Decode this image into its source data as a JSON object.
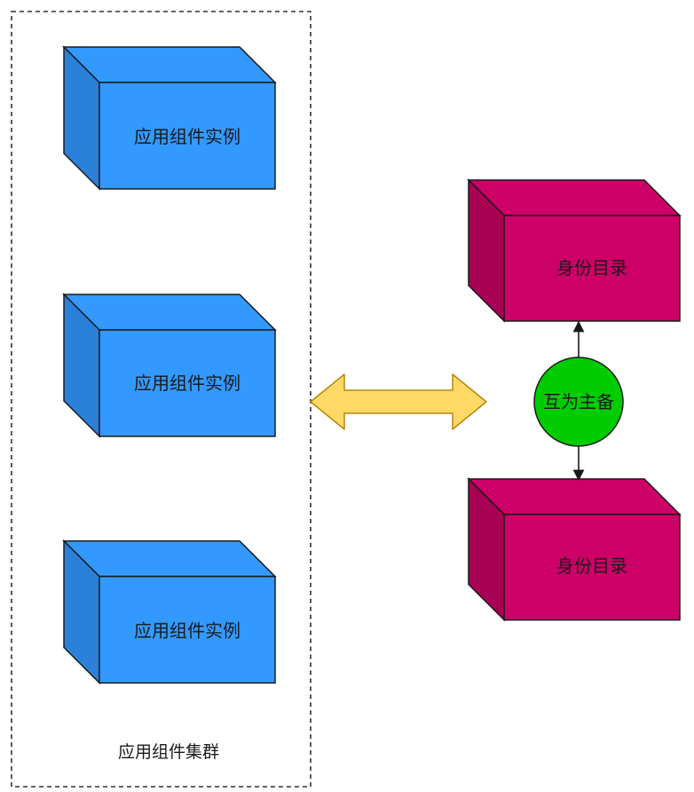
{
  "cluster": {
    "label": "应用组件集群",
    "instances": [
      {
        "label": "应用组件实例"
      },
      {
        "label": "应用组件实例"
      },
      {
        "label": "应用组件实例"
      }
    ]
  },
  "directory": {
    "nodes": [
      {
        "label": "身份目录"
      },
      {
        "label": "身份目录"
      }
    ],
    "relation_label": "互为主备"
  },
  "colors": {
    "instance_front": "#3399ff",
    "instance_side": "#2b80da",
    "directory_front": "#cc0066",
    "directory_side": "#a80053",
    "relation_circle": "#00cc00",
    "double_arrow": "#ffd966",
    "stroke": "#1a1a1a"
  }
}
